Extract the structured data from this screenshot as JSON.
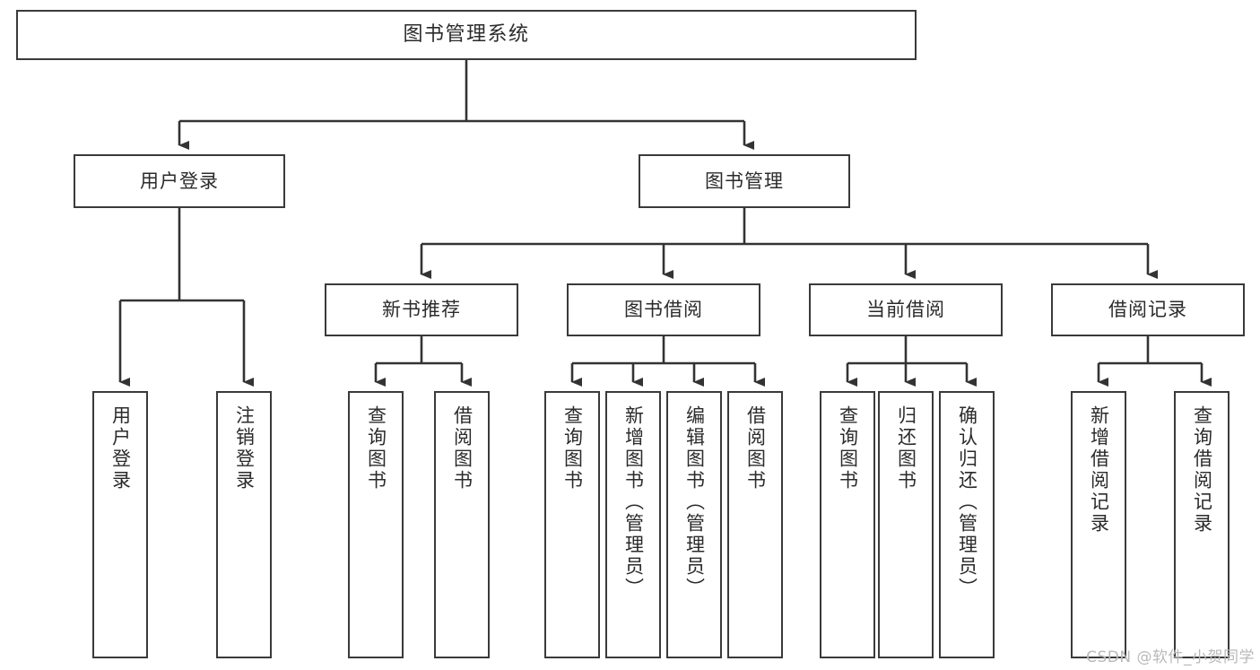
{
  "diagram": {
    "type": "tree",
    "title": "图书管理系统",
    "stroke_color": "#3a3a3a",
    "text_color": "#2b2b2b",
    "background_color": "#ffffff",
    "root": {
      "label": "图书管理系统"
    },
    "level2": [
      {
        "label": "用户登录"
      },
      {
        "label": "图书管理"
      }
    ],
    "level3": [
      {
        "label": "新书推荐"
      },
      {
        "label": "图书借阅"
      },
      {
        "label": "当前借阅"
      },
      {
        "label": "借阅记录"
      }
    ],
    "leaves_user_login": [
      {
        "label": "用户登录"
      },
      {
        "label": "注销登录"
      }
    ],
    "leaves_new_books": [
      {
        "label": "查询图书"
      },
      {
        "label": "借阅图书"
      }
    ],
    "leaves_book_borrow": [
      {
        "label": "查询图书"
      },
      {
        "label": "新增图书（管理员）"
      },
      {
        "label": "编辑图书（管理员）"
      },
      {
        "label": "借阅图书"
      }
    ],
    "leaves_current_borrow": [
      {
        "label": "查询图书"
      },
      {
        "label": "归还图书"
      },
      {
        "label": "确认归还（管理员）"
      }
    ],
    "leaves_borrow_records": [
      {
        "label": "新增借阅记录"
      },
      {
        "label": "查询借阅记录"
      }
    ]
  },
  "watermark": {
    "text": "CSDN @软件_小贺同学"
  }
}
